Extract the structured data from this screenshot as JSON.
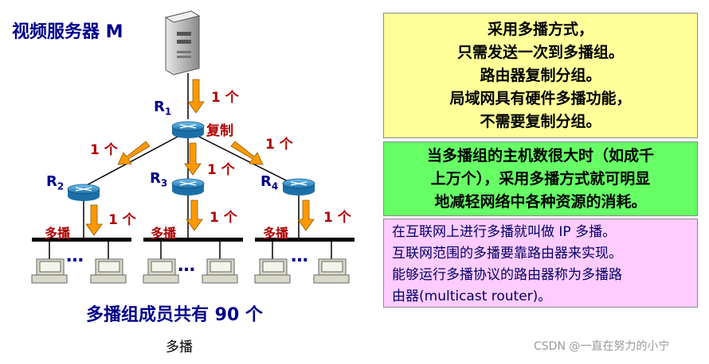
{
  "diagram": {
    "server_label": "视频服务器 M",
    "router_labels": {
      "r1": {
        "main": "R",
        "sub": "1"
      },
      "r2": {
        "main": "R",
        "sub": "2"
      },
      "r3": {
        "main": "R",
        "sub": "3"
      },
      "r4": {
        "main": "R",
        "sub": "4"
      }
    },
    "copy_label": "复制",
    "one_copy_label": "1 个",
    "multicast_label": "多播",
    "ellipsis": "…",
    "member_count_caption": "多播组成员共有 90 个",
    "caption": "多播"
  },
  "notes": {
    "box1": [
      "采用多播方式，",
      "只需发送一次到多播组。",
      "路由器复制分组。",
      "局域网具有硬件多播功能，",
      "不需要复制分组。"
    ],
    "box2": [
      "当多播组的主机数很大时（如成千",
      "上万个），采用多播方式就可明显",
      "地减轻网络中各种资源的消耗。"
    ],
    "box3": [
      "在互联网上进行多播就叫做 IP 多播。",
      "互联网范围的多播要靠路由器来实现。",
      "能够运行多播协议的路由器称为多播路",
      "由器(multicast router)。"
    ]
  },
  "watermark": "CSDN @一直在努力的小宁",
  "colors": {
    "arrow": "#ff9900",
    "label_red": "#b00000",
    "label_blue": "#00008b",
    "box1_bg": "#ffff99",
    "box2_bg": "#66ff66",
    "box3_bg": "#ffccff",
    "router": "#2a8ac8"
  }
}
